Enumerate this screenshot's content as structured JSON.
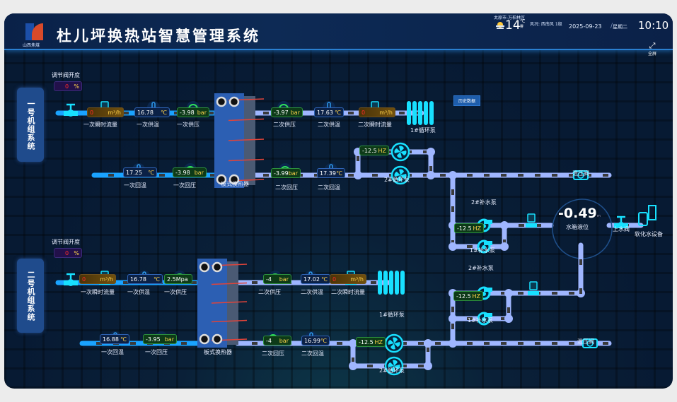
{
  "header": {
    "logo_text": "山西焦煤",
    "title": "杜儿坪换热站智慧管理系统",
    "location": "太原市-万柏林区",
    "temperature": "14",
    "temp_unit": "°C",
    "weather": "雾",
    "wind": "风况: 西南风 1级",
    "date": "2025-09-23",
    "separator": "/",
    "weekday": "星期二",
    "time": "10:10",
    "fullscreen_label": "全屏"
  },
  "colors": {
    "hot_pipe": "#1aa3ff",
    "cold_pipe": "#9fb6ff",
    "accent": "#18e0ff",
    "unit": "#ffd34a",
    "alarm": "#ff2a2a"
  },
  "history_button": "历史数据",
  "units": [
    {
      "name": "一号机组系统",
      "name_chars": [
        "一",
        "号",
        "机",
        "组",
        "系",
        "统"
      ],
      "valve_label": "调节阀开度",
      "valve_value": "0",
      "valve_unit": "%",
      "primary_supply": [
        {
          "label": "一次瞬时流量",
          "value": "0",
          "unit": "m³/h",
          "kind": "flow"
        },
        {
          "label": "一次供温",
          "value": "16.78",
          "unit": "℃",
          "kind": "temp"
        },
        {
          "label": "一次供压",
          "value": "-3.98",
          "unit": "bar",
          "kind": "pres"
        }
      ],
      "primary_return": [
        {
          "label": "一次回温",
          "value": "17.25",
          "unit": "℃",
          "kind": "temp"
        },
        {
          "label": "一次回压",
          "value": "-3.98",
          "unit": "bar",
          "kind": "pres"
        }
      ],
      "secondary_supply": [
        {
          "label": "二次供压",
          "value": "-3.97",
          "unit": "bar",
          "kind": "pres"
        },
        {
          "label": "二次供温",
          "value": "17.63",
          "unit": "℃",
          "kind": "temp"
        },
        {
          "label": "二次瞬时流量",
          "value": "0",
          "unit": "m³/h",
          "kind": "flow"
        }
      ],
      "secondary_return": [
        {
          "label": "二次回压",
          "value": "-3.99",
          "unit": "bar",
          "kind": "pres"
        },
        {
          "label": "二次回温",
          "value": "17.39",
          "unit": "℃",
          "kind": "temp"
        }
      ],
      "exchanger_label": "板式换热器",
      "circ_pump_1": "1#循环泵",
      "circ_pump_2": "2#循环泵",
      "circ_hz": "-12.5",
      "hz_unit": "HZ",
      "makeup_pump_2": "2#补水泵",
      "makeup_pump_1": "1#补水泵",
      "makeup_hz": "-12.5",
      "relief_valve": "泄压阀"
    },
    {
      "name": "二号机组系统",
      "name_chars": [
        "二",
        "号",
        "机",
        "组",
        "系",
        "统"
      ],
      "valve_label": "调节阀开度",
      "valve_value": "0",
      "valve_unit": "%",
      "primary_supply": [
        {
          "label": "一次瞬时流量",
          "value": "0",
          "unit": "m³/h",
          "kind": "flow"
        },
        {
          "label": "一次供温",
          "value": "16.78",
          "unit": "℃",
          "kind": "temp"
        },
        {
          "label": "一次供压",
          "value": "2.5Mpa",
          "unit": "",
          "kind": "pres"
        }
      ],
      "primary_return": [
        {
          "label": "一次回温",
          "value": "16.88",
          "unit": "℃",
          "kind": "temp"
        },
        {
          "label": "一次回压",
          "value": "-3.95",
          "unit": "bar",
          "kind": "pres"
        }
      ],
      "secondary_supply": [
        {
          "label": "二次供压",
          "value": "-4",
          "unit": "bar",
          "kind": "pres"
        },
        {
          "label": "二次供温",
          "value": "17.02",
          "unit": "℃",
          "kind": "temp"
        },
        {
          "label": "二次瞬时流量",
          "value": "0",
          "unit": "m³/h",
          "kind": "flow"
        }
      ],
      "secondary_return": [
        {
          "label": "二次回压",
          "value": "-4",
          "unit": "bar",
          "kind": "pres"
        },
        {
          "label": "二次回温",
          "value": "16.99",
          "unit": "℃",
          "kind": "temp"
        }
      ],
      "exchanger_label": "板式换热器",
      "circ_pump_1": "1#循环泵",
      "circ_pump_2": "2#循环泵",
      "circ_hz": "-12.5",
      "hz_unit": "HZ",
      "makeup_pump_2": "2#补水泵",
      "makeup_pump_1": "1#补水泵",
      "makeup_hz": "-12.5",
      "relief_valve": "泄压阀"
    }
  ],
  "tank": {
    "value": "-0.49",
    "unit": "m",
    "label": "水箱液位"
  },
  "inlet_valve": "上水阀",
  "softener": "软化水设备"
}
